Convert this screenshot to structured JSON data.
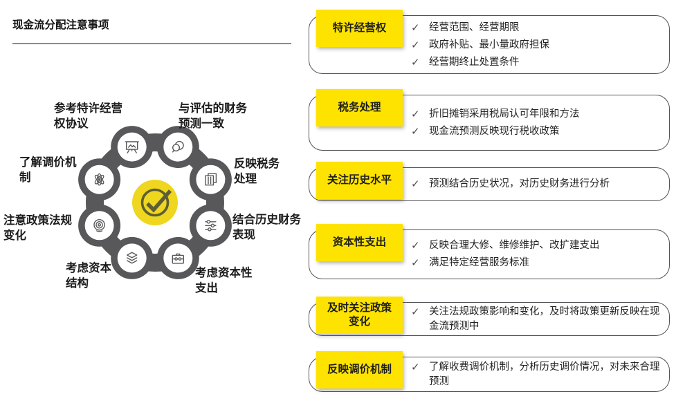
{
  "ui": {
    "check_glyph": "✓"
  },
  "colors": {
    "accent_yellow": "#FFE300",
    "center_yellow": "#EFD61F",
    "ring_gray": "#58585B",
    "border_gray": "#515156",
    "text_dark": "#1F1F1F"
  },
  "header": {
    "title": "现金流分配注意事项"
  },
  "diagram": {
    "center_icon": "check-circle-icon",
    "nodes": [
      {
        "label": "参考特许经营\n权协议",
        "icon": "presentation-icon"
      },
      {
        "label": "与评估的财务\n预测一致",
        "icon": "chat-icon"
      },
      {
        "label": "反映税务\n处理",
        "icon": "notebook-icon"
      },
      {
        "label": "结合历史财务\n表现",
        "icon": "sliders-icon"
      },
      {
        "label": "考虑资本性\n支出",
        "icon": "briefcase-icon"
      },
      {
        "label": "考虑资本\n结构",
        "icon": "layers-icon"
      },
      {
        "label": "注意政策法规\n变化",
        "icon": "target-icon"
      },
      {
        "label": "了解调价机\n制",
        "icon": "atom-icon"
      }
    ]
  },
  "panels": [
    {
      "title": "特许经营权",
      "items": [
        "经营范围、经营期限",
        "政府补贴、最小量政府担保",
        "经营期终止处置条件"
      ]
    },
    {
      "title": "税务处理",
      "items": [
        "折旧摊销采用税局认可年限和方法",
        "现金流预测反映现行税收政策"
      ]
    },
    {
      "title": "关注历史水平",
      "items": [
        "预测结合历史状况，对历史财务进行分析"
      ]
    },
    {
      "title": "资本性支出",
      "items": [
        "反映合理大修、维修维护、改扩建支出",
        "满足特定经营服务标准"
      ]
    },
    {
      "title": "及时关注政策\n变化",
      "items": [
        "关注法规政策影响和变化，及时将政策更新反映在现金流预测中"
      ]
    },
    {
      "title": "反映调价机制",
      "items": [
        "了解收费调价机制，分析历史调价情况，对未来合理预测"
      ]
    }
  ]
}
